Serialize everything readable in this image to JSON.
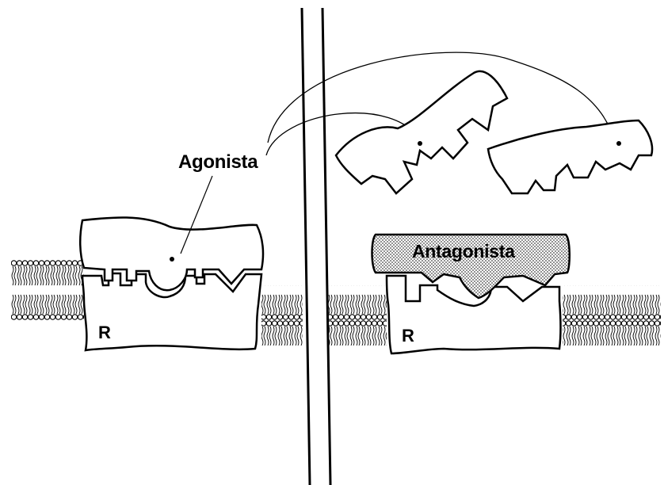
{
  "labels": {
    "agonist": "Agonista",
    "antagonist": "Antagonista",
    "receptor_left": "R",
    "receptor_right": "R"
  },
  "colors": {
    "ink": "#000000",
    "background": "#ffffff",
    "antagonist_fill": "#bdbdbd"
  }
}
